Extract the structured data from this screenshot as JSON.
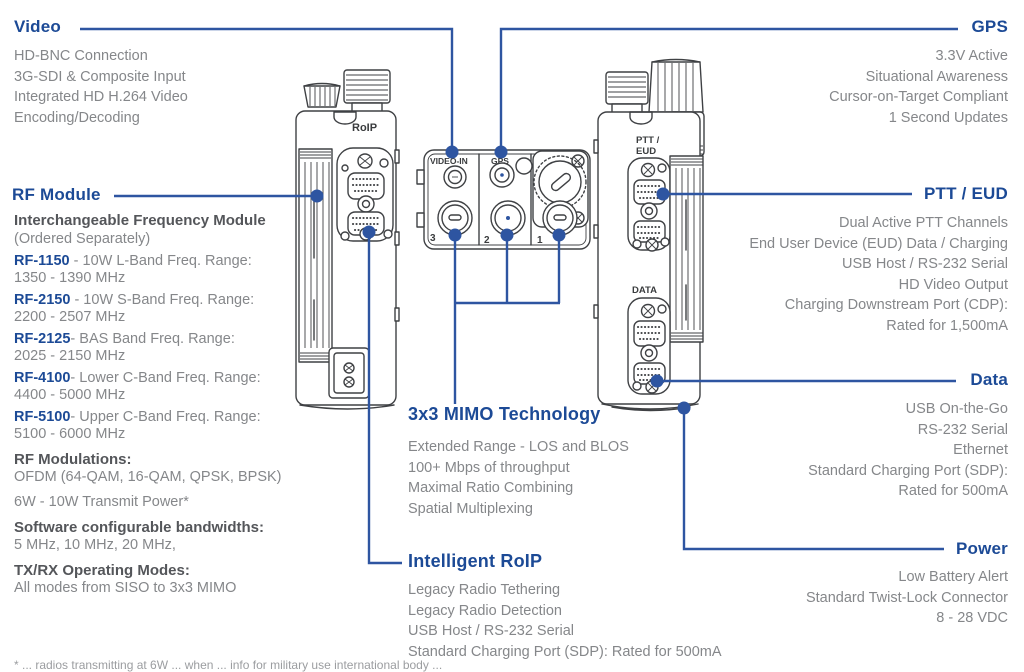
{
  "palette": {
    "accent_navy": "#1c4a96",
    "callout_line": "#2e55a1",
    "body_gray": "#85878a",
    "dark_gray": "#54565a"
  },
  "callouts": {
    "video": {
      "title": "Video",
      "items": [
        "HD-BNC Connection",
        "3G-SDI & Composite Input",
        "Integrated HD H.264 Video Encoding/Decoding"
      ]
    },
    "gps": {
      "title": "GPS",
      "items": [
        "3.3V Active",
        "Situational Awareness",
        "Cursor-on-Target Compliant",
        "1 Second Updates"
      ]
    },
    "rf": {
      "title": "RF Module",
      "intro_bold": "Interchangeable Frequency Module",
      "intro": "(Ordered Separately)",
      "modules": [
        {
          "model": "RF-1150",
          "desc": " - 10W L-Band Freq. Range:",
          "range": "1350 - 1390 MHz"
        },
        {
          "model": "RF-2150",
          "desc": " - 10W S-Band Freq. Range:",
          "range": "2200 - 2507 MHz"
        },
        {
          "model": "RF-2125",
          "desc": "- BAS Band Freq. Range:",
          "range": "2025 - 2150 MHz"
        },
        {
          "model": "RF-4100",
          "desc": "- Lower C-Band Freq. Range:",
          "range": "4400 - 5000 MHz"
        },
        {
          "model": "RF-5100",
          "desc": "- Upper C-Band Freq. Range:",
          "range": "5100 - 6000 MHz"
        }
      ],
      "modulations_label": "RF Modulations:",
      "modulations_value": "OFDM (64-QAM, 16-QAM, QPSK, BPSK)",
      "transmit_power": "6W - 10W Transmit Power*",
      "bandwidth_label": "Software configurable bandwidths:",
      "bandwidth_value": "5 MHz, 10 MHz, 20 MHz,",
      "modes_label": "TX/RX Operating Modes:",
      "modes_value": "All modes from SISO to 3x3 MIMO"
    },
    "ptt": {
      "title": "PTT / EUD",
      "items": [
        "Dual Active PTT Channels",
        "End User Device (EUD) Data / Charging",
        "USB Host / RS-232 Serial",
        "HD Video Output",
        "Charging Downstream Port (CDP):",
        "Rated for 1,500mA"
      ]
    },
    "data": {
      "title": "Data",
      "items": [
        "USB On-the-Go",
        "RS-232 Serial",
        "Ethernet",
        "Standard Charging Port (SDP):",
        "Rated for 500mA"
      ]
    },
    "power": {
      "title": "Power",
      "items": [
        "Low Battery Alert",
        "Standard Twist-Lock Connector",
        "8 - 28 VDC"
      ]
    },
    "mimo": {
      "title": "3x3 MIMO Technology",
      "items": [
        "Extended Range - LOS and BLOS",
        "100+ Mbps of throughput",
        "Maximal Ratio Combining",
        "Spatial Multiplexing"
      ]
    },
    "roip": {
      "title": "Intelligent RoIP",
      "items": [
        "Legacy Radio Tethering",
        "Legacy Radio Detection",
        "USB Host / RS-232 Serial",
        "Standard Charging Port (SDP): Rated for 500mA"
      ]
    }
  },
  "device": {
    "left_connector_label": "RoIP",
    "panel_video_label": "VIDEO-IN",
    "panel_gps_label": "GPS",
    "antenna_3": "3",
    "antenna_2": "2",
    "antenna_1": "1",
    "right_top_label_line1": "PTT /",
    "right_top_label_line2": "EUD",
    "right_bottom_label": "DATA"
  },
  "footnote": "* ... radios transmitting at 6W ... when ... info for military use international body ..."
}
